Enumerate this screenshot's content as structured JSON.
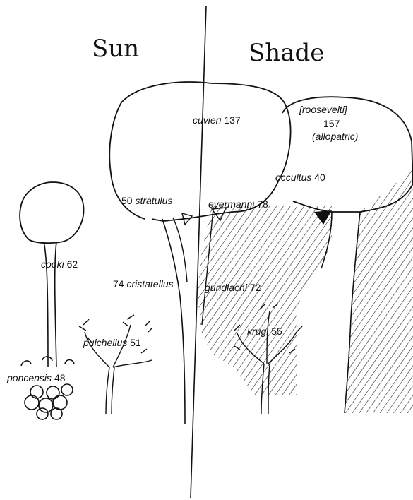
{
  "headings": {
    "left": "Sun",
    "right": "Shade"
  },
  "species": [
    {
      "name": "cuvieri",
      "number": "137"
    },
    {
      "name": "[roosevelti]",
      "number": "157",
      "note": "(allopatric)"
    },
    {
      "name": "occultus",
      "number": "40"
    },
    {
      "name": "stratulus",
      "number": "50"
    },
    {
      "name": "evermanni",
      "number": "78"
    },
    {
      "name": "cooki",
      "number": "62"
    },
    {
      "name": "cristatellus",
      "number": "74"
    },
    {
      "name": "gundlachi",
      "number": "72"
    },
    {
      "name": "krugi",
      "number": "55"
    },
    {
      "name": "pulchellus",
      "number": "51"
    },
    {
      "name": "poncensis",
      "number": "48"
    }
  ]
}
